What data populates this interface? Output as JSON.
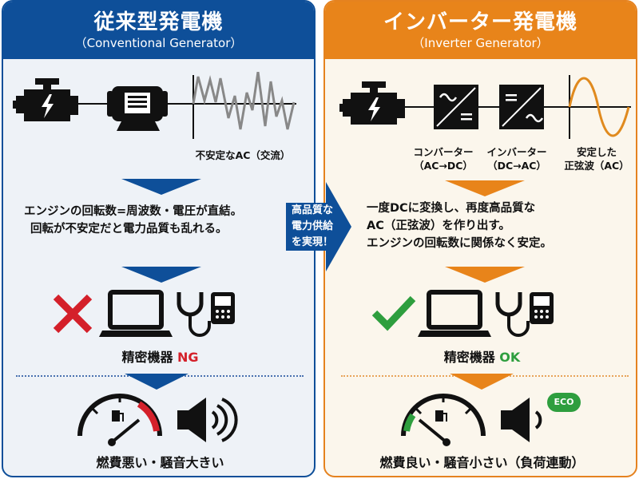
{
  "left": {
    "title": "従来型発電機",
    "subtitle": "（Conventional Generator）",
    "accent_color": "#0e4f99",
    "diagram": {
      "icons": [
        "engine-icon",
        "motor-generator-icon",
        "unstable-waveform"
      ],
      "wave_caption": "不安定なAC（交流）"
    },
    "explanation": {
      "line1": "エンジンの回転数=周波数・電圧が直結。",
      "line2": "回転が不安定だと電力品質も乱れる。"
    },
    "devices": {
      "status_icon": "cross-icon",
      "label": "精密機器",
      "status": "NG",
      "status_color": "#d4202a"
    },
    "efficiency": {
      "gauge": "fuel-gauge-high-icon",
      "sound": "speaker-loud-icon",
      "label": "燃費悪い・騒音大きい"
    }
  },
  "right": {
    "title": "インバーター発電機",
    "subtitle": "（Inverter Generator）",
    "accent_color": "#e8841a",
    "diagram": {
      "icons": [
        "engine-icon",
        "converter-icon",
        "inverter-icon",
        "sine-waveform"
      ],
      "converter_caption_1": "コンバーター",
      "converter_caption_2": "（AC→DC）",
      "inverter_caption_1": "インバーター",
      "inverter_caption_2": "（DC→AC）",
      "wave_caption_1": "安定した",
      "wave_caption_2": "正弦波（AC）"
    },
    "explanation": {
      "line1": "一度DCに変換し、再度高品質な",
      "line2": "AC（正弦波）を作り出す。",
      "line3": "エンジンの回転数に関係なく安定。"
    },
    "devices": {
      "status_icon": "check-icon",
      "label": "精密機器",
      "status": "OK",
      "status_color": "#2e9e3e"
    },
    "efficiency": {
      "gauge": "fuel-gauge-low-icon",
      "sound": "speaker-quiet-icon",
      "eco_badge": "ECO",
      "label": "燃費良い・騒音小さい（負荷連動）"
    }
  },
  "center_badge": {
    "line1": "高品質な",
    "line2": "電力供給",
    "line3": "を実現！"
  }
}
